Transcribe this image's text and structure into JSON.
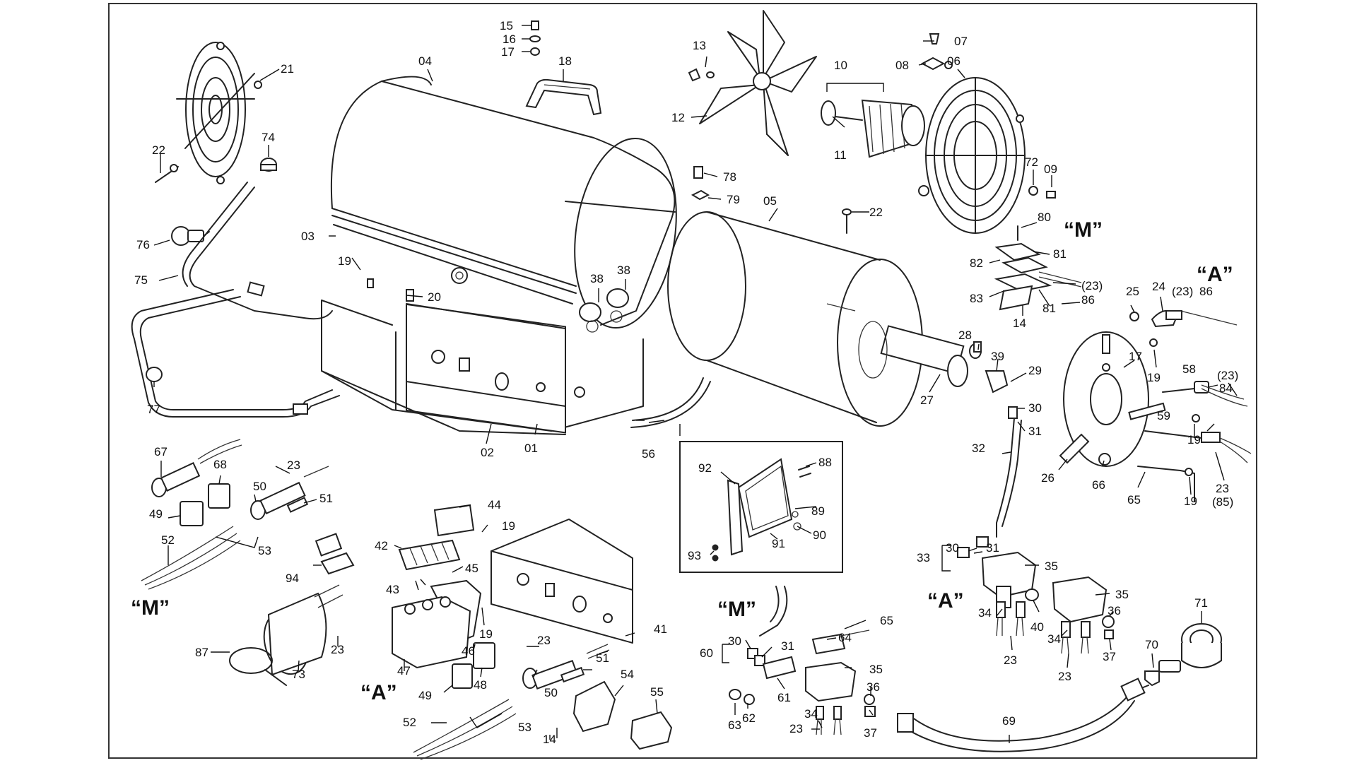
{
  "callouts": {
    "c01": "01",
    "c02": "02",
    "c03": "03",
    "c04": "04",
    "c05": "05",
    "c06": "06",
    "c07": "07",
    "c08": "08",
    "c09": "09",
    "c10": "10",
    "c11": "11",
    "c12": "12",
    "c13": "13",
    "c14a": "14",
    "c14b": "14",
    "c15": "15",
    "c16": "16",
    "c17a": "17",
    "c17b": "17",
    "c18": "18",
    "c19a": "19",
    "c19b": "19",
    "c19c": "19",
    "c19d": "19",
    "c19e": "19",
    "c19f": "19",
    "c20": "20",
    "c21": "21",
    "c22a": "22",
    "c22b": "22",
    "c23a": "23",
    "c23b": "(23)",
    "c23c": "(23)",
    "c23d": "(23)",
    "c23e": "23",
    "c23f": "23",
    "c23g": "23",
    "c23h": "23",
    "c23i": "23",
    "c23j": "23",
    "c24": "24",
    "c25": "25",
    "c26": "26",
    "c27": "27",
    "c28": "28",
    "c29": "29",
    "c30a": "30",
    "c30b": "30",
    "c30c": "30",
    "c31a": "31",
    "c31b": "31",
    "c31c": "31",
    "c32": "32",
    "c33": "33",
    "c34a": "34",
    "c34b": "34",
    "c34c": "34",
    "c35a": "35",
    "c35b": "35",
    "c35c": "35",
    "c36a": "36",
    "c36b": "36",
    "c37a": "37",
    "c37b": "37",
    "c38a": "38",
    "c38b": "38",
    "c39": "39",
    "c40": "40",
    "c41": "41",
    "c42": "42",
    "c43": "43",
    "c44": "44",
    "c45": "45",
    "c46": "46",
    "c47": "47",
    "c48": "48",
    "c49a": "49",
    "c49b": "49",
    "c50a": "50",
    "c50b": "50",
    "c51a": "51",
    "c51b": "51",
    "c52a": "52",
    "c52b": "52",
    "c53a": "53",
    "c53b": "53",
    "c54": "54",
    "c55": "55",
    "c56": "56",
    "c58": "58",
    "c59": "59",
    "c60": "60",
    "c61": "61",
    "c62": "62",
    "c63": "63",
    "c64": "64",
    "c65a": "65",
    "c65b": "65",
    "c66": "66",
    "c67": "67",
    "c68": "68",
    "c69": "69",
    "c70": "70",
    "c71": "71",
    "c72": "72",
    "c73": "73",
    "c74": "74",
    "c75": "75",
    "c76": "76",
    "c77": "77",
    "c78": "78",
    "c79": "79",
    "c80": "80",
    "c81a": "81",
    "c81b": "81",
    "c82": "82",
    "c83": "83",
    "c84": "84",
    "c85": "(85)",
    "c86a": "86",
    "c86b": "86",
    "c87": "87",
    "c88": "88",
    "c89": "89",
    "c90": "90",
    "c91": "91",
    "c92": "92",
    "c93": "93",
    "c94": "94"
  },
  "variant_labels": {
    "m1": "“M”",
    "m2": "“M”",
    "m3": "“M”",
    "a1": "“A”",
    "a2": "“A”",
    "a3": "“A”"
  }
}
